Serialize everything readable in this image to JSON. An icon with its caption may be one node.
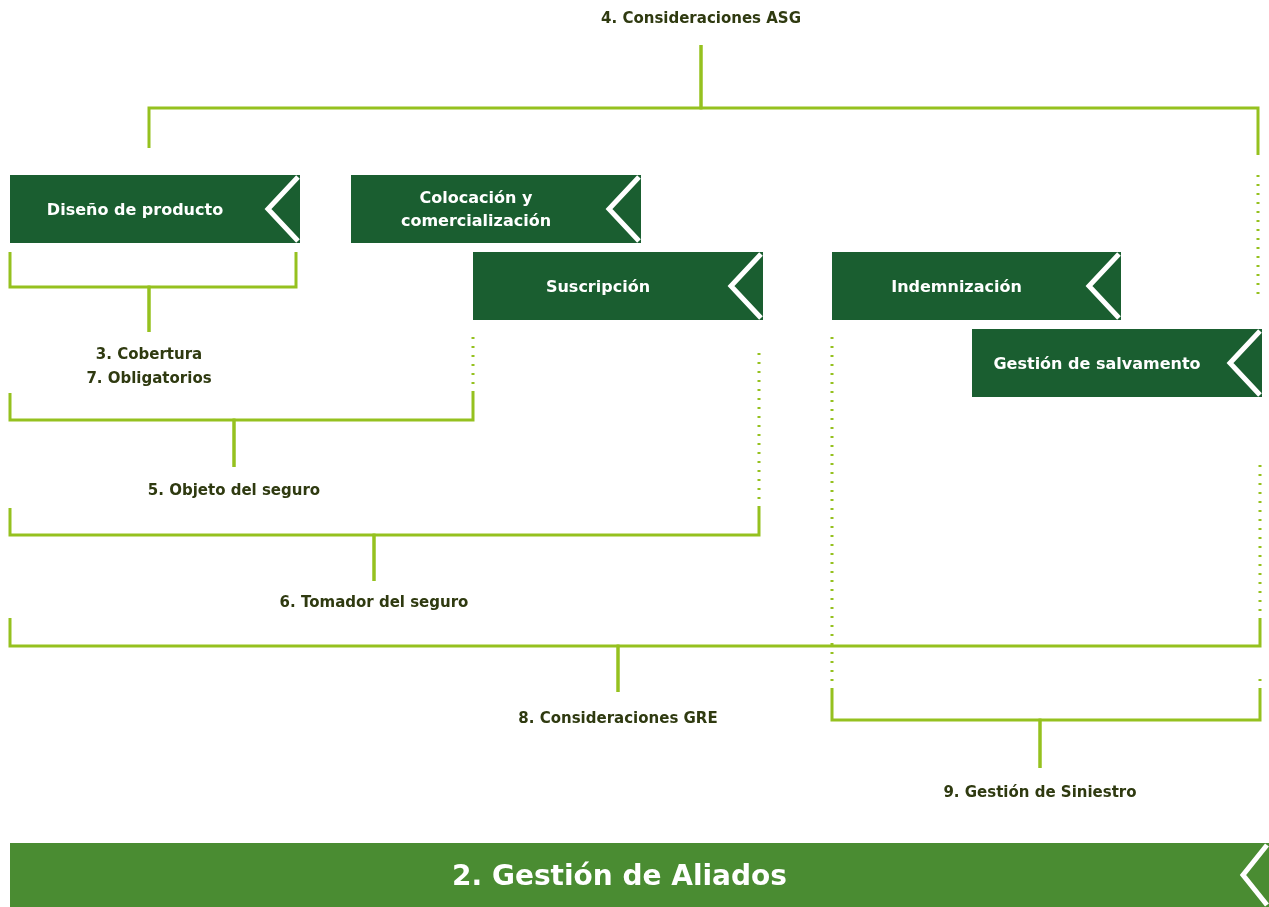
{
  "diagram": {
    "nodes": [
      {
        "text": [
          "4. Consideraciones ASG"
        ]
      },
      {
        "text": [
          "Diseño de producto"
        ]
      },
      {
        "text": [
          "Colocación y comercialización"
        ]
      },
      {
        "text": [
          "Suscripción"
        ]
      },
      {
        "text": [
          "Indemnización"
        ]
      },
      {
        "text": [
          "Gestión de salvamento"
        ]
      },
      {
        "text": [
          "3. Cobertura",
          "7. Obligatorios"
        ]
      },
      {
        "text": [
          "5. Objeto del seguro"
        ]
      },
      {
        "text": [
          "6. Tomador del seguro"
        ]
      },
      {
        "text": [
          "8. Consideraciones GRE"
        ]
      },
      {
        "text": [
          "9. Gestión de Siniestro"
        ]
      },
      {
        "text": [
          "2. Gestión de Aliados"
        ]
      }
    ],
    "edges": [
      {
        "from": 0,
        "to": 1,
        "arrow": "none"
      },
      {
        "from": 0,
        "to": 5,
        "arrow": "none"
      },
      {
        "from": 6,
        "to": 1,
        "arrow": "none"
      },
      {
        "from": 6,
        "to": 1,
        "arrow": "none"
      },
      {
        "from": 7,
        "to": 3,
        "arrow": "none"
      },
      {
        "from": 7,
        "to": null,
        "arrow": "none"
      },
      {
        "from": 8,
        "to": 3,
        "arrow": "none"
      },
      {
        "from": 8,
        "to": null,
        "arrow": "none"
      },
      {
        "from": 9,
        "to": 5,
        "arrow": "none"
      },
      {
        "from": 9,
        "to": null,
        "arrow": "none"
      },
      {
        "from": 10,
        "to": 4,
        "arrow": "none"
      },
      {
        "from": 10,
        "to": 5,
        "arrow": "none"
      }
    ]
  }
}
